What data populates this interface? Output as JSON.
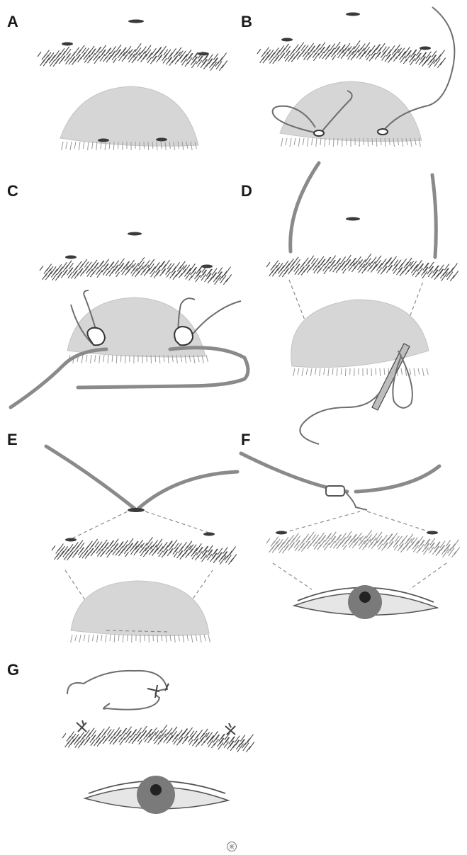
{
  "panels": {
    "a": {
      "label": "A"
    },
    "b": {
      "label": "B"
    },
    "c": {
      "label": "C"
    },
    "d": {
      "label": "D"
    },
    "e": {
      "label": "E"
    },
    "f": {
      "label": "F"
    },
    "g": {
      "label": "G"
    }
  },
  "colors": {
    "eyelid": "#d6d6d6",
    "brow": "#4a4a4a",
    "suture": "#6e6e6e",
    "sling": "#8a8a8a",
    "iris": "#7a7a7a",
    "pupil": "#222222",
    "marks": "#3a3a3a"
  }
}
